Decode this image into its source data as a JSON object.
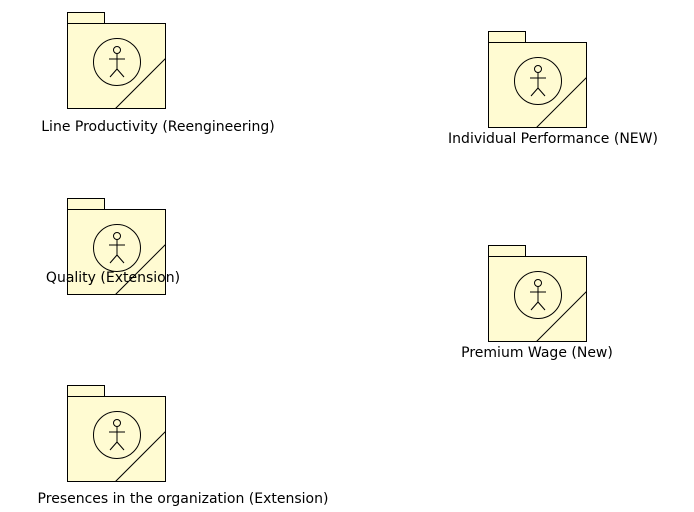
{
  "diagram": {
    "fill_color": "#FFFBD2",
    "stroke_color": "#000000",
    "packages": [
      {
        "label": "Line Productivity (Reengineering)",
        "icon": "actor-icon"
      },
      {
        "label": "Individual Performance (NEW)",
        "icon": "actor-icon"
      },
      {
        "label": "Quality (Extension)",
        "icon": "actor-icon"
      },
      {
        "label": "Premium Wage (New)",
        "icon": "actor-icon"
      },
      {
        "label": "Presences in the organization (Extension)",
        "icon": "actor-icon"
      }
    ]
  }
}
